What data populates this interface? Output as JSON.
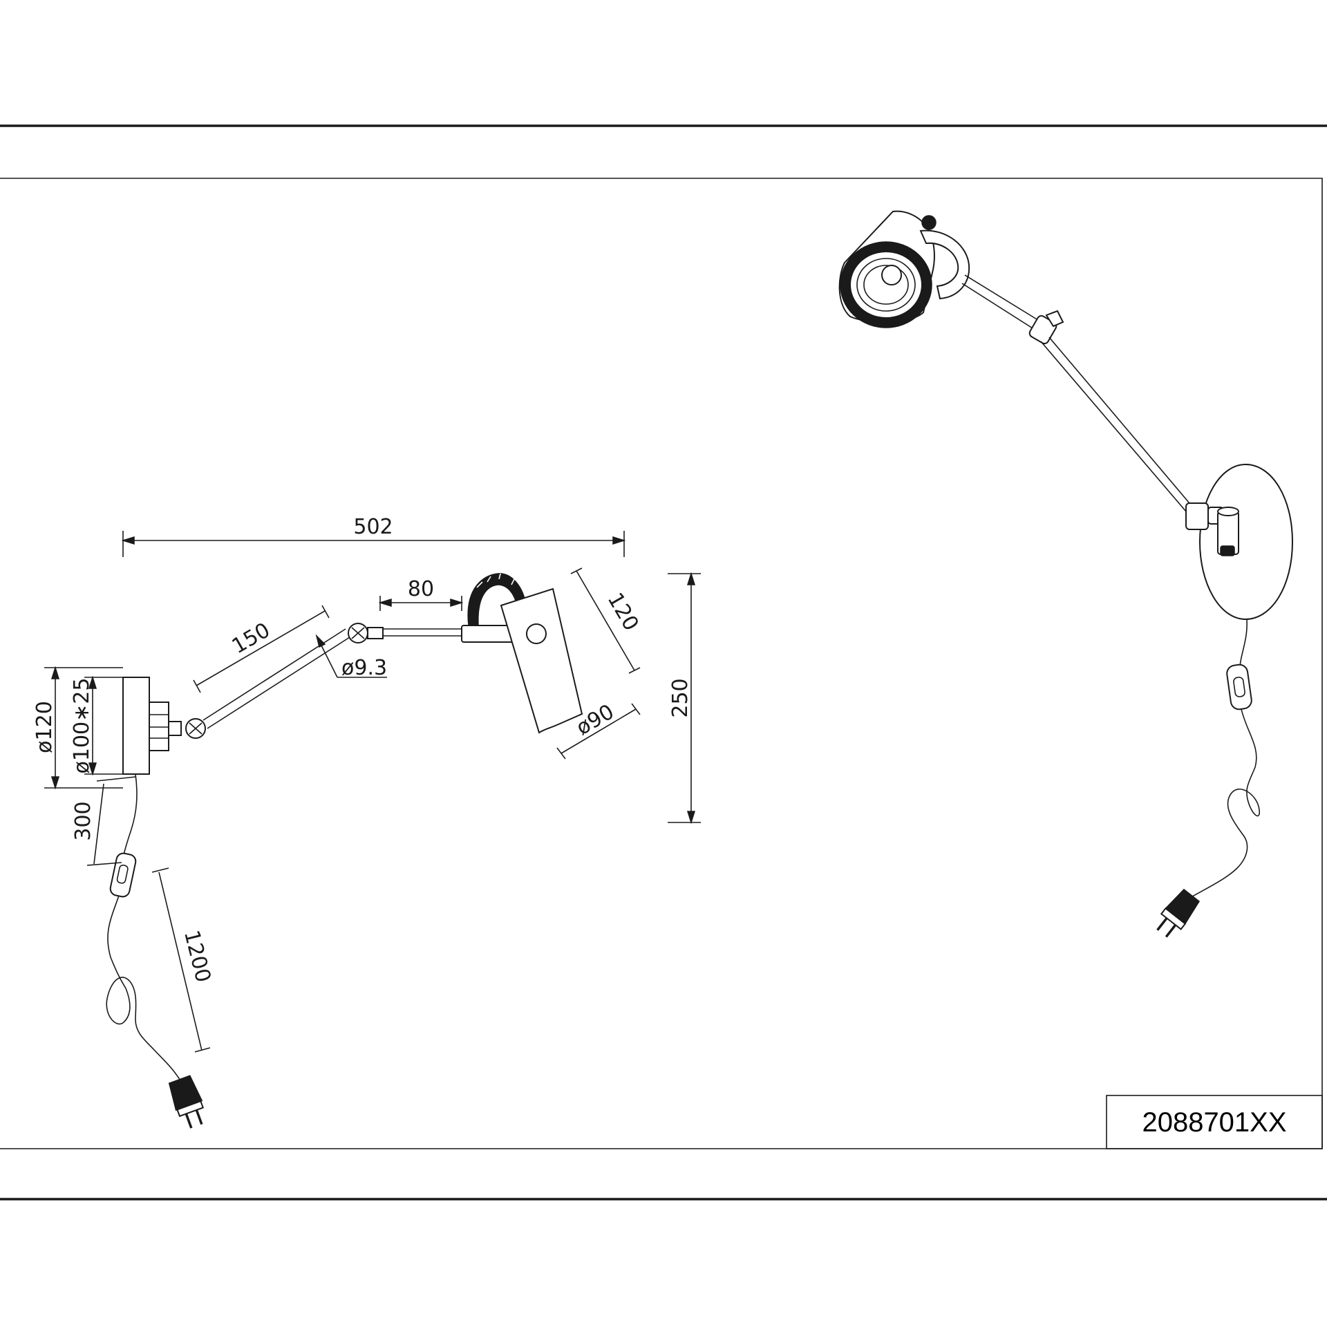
{
  "colors": {
    "ink": "#1a1a1a",
    "paper": "#ffffff"
  },
  "model_code": "2088701XX",
  "dimensions": {
    "overall_width": "502",
    "shade_offset": "80",
    "arm_length": "150",
    "arm_diameter": "ø9.3",
    "shade_height": "120",
    "shade_diameter": "ø90",
    "total_height": "250",
    "plate_diameter": "ø120",
    "plate_inner": "ø100∗25",
    "cable_to_switch": "300",
    "cable_to_plug": "1200"
  }
}
